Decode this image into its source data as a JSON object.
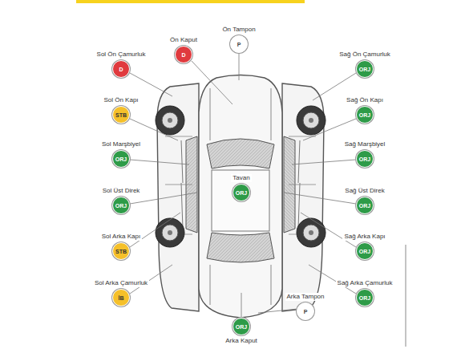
{
  "diagram": {
    "nodes": [
      {
        "text": [
          "Ön Kaput",
          "D"
        ]
      },
      {
        "text": [
          "Ön Tampon",
          "P"
        ]
      },
      {
        "text": [
          "Sol Ön Çamurluk",
          "D"
        ]
      },
      {
        "text": [
          "Sağ Ön Çamurluk",
          "ORJ"
        ]
      },
      {
        "text": [
          "Sol Ön Kapı",
          "STB"
        ]
      },
      {
        "text": [
          "Sağ Ön Kapı",
          "ORJ"
        ]
      },
      {
        "text": [
          "Sol Marşbiyel",
          "ORJ"
        ]
      },
      {
        "text": [
          "Sağ Marşbiyel",
          "ORJ"
        ]
      },
      {
        "text": [
          "Tavan",
          "ORJ"
        ]
      },
      {
        "text": [
          "Sol Üst Direk",
          "ORJ"
        ]
      },
      {
        "text": [
          "Sağ Üst Direk",
          "ORJ"
        ]
      },
      {
        "text": [
          "Sol Arka Kapı",
          "STB"
        ]
      },
      {
        "text": [
          "Sağ Arka Kapı",
          "ORJ"
        ]
      },
      {
        "text": [
          "Sol Arka Çamurluk",
          "İB"
        ]
      },
      {
        "text": [
          "Sağ Arka Çamurluk",
          "ORJ"
        ]
      },
      {
        "text": [
          "Arka Tampon",
          "P"
        ]
      },
      {
        "text": [
          "Arka Kaput",
          "ORJ"
        ]
      }
    ]
  }
}
